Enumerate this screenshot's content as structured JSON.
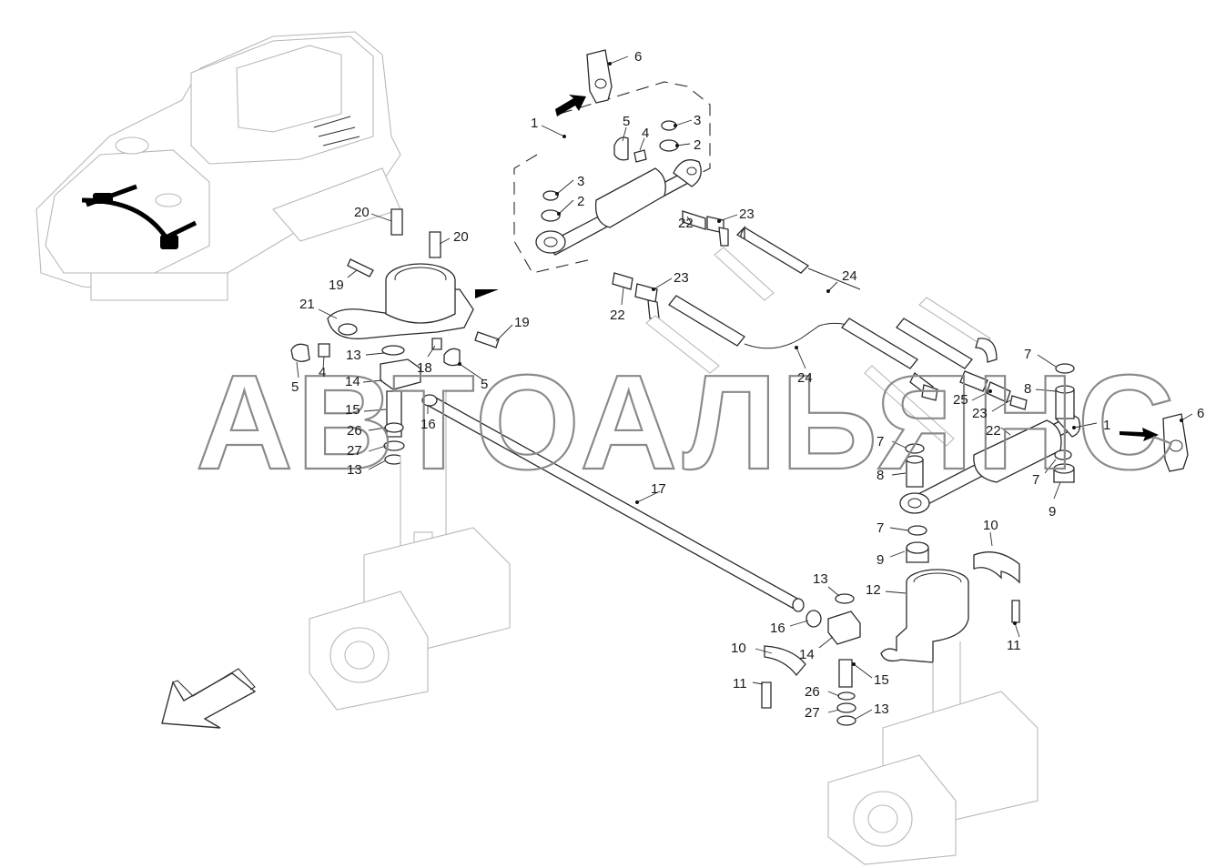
{
  "watermark": "АВТОАЛЬЯНС",
  "callouts": [
    {
      "id": "c6a",
      "text": "6"
    },
    {
      "id": "c1a",
      "text": "1"
    },
    {
      "id": "c5a",
      "text": "5"
    },
    {
      "id": "c4a",
      "text": "4"
    },
    {
      "id": "c3a",
      "text": "3"
    },
    {
      "id": "c2a",
      "text": "2"
    },
    {
      "id": "c3b",
      "text": "3"
    },
    {
      "id": "c2b",
      "text": "2"
    },
    {
      "id": "c23a",
      "text": "23"
    },
    {
      "id": "c22a",
      "text": "22"
    },
    {
      "id": "c20a",
      "text": "20"
    },
    {
      "id": "c20b",
      "text": "20"
    },
    {
      "id": "c24a",
      "text": "24"
    },
    {
      "id": "c19a",
      "text": "19"
    },
    {
      "id": "c23b",
      "text": "23"
    },
    {
      "id": "c22b",
      "text": "22"
    },
    {
      "id": "c21",
      "text": "21"
    },
    {
      "id": "c19b",
      "text": "19"
    },
    {
      "id": "c13a",
      "text": "13"
    },
    {
      "id": "c18",
      "text": "18"
    },
    {
      "id": "c5b",
      "text": "5"
    },
    {
      "id": "c4b",
      "text": "4"
    },
    {
      "id": "c5c",
      "text": "5"
    },
    {
      "id": "c14a",
      "text": "14"
    },
    {
      "id": "c24b",
      "text": "24"
    },
    {
      "id": "c7a",
      "text": "7"
    },
    {
      "id": "c8a",
      "text": "8"
    },
    {
      "id": "c15a",
      "text": "15"
    },
    {
      "id": "c16a",
      "text": "16"
    },
    {
      "id": "c25",
      "text": "25"
    },
    {
      "id": "c23c",
      "text": "23"
    },
    {
      "id": "c22c",
      "text": "22"
    },
    {
      "id": "c1b",
      "text": "1"
    },
    {
      "id": "c6b",
      "text": "6"
    },
    {
      "id": "c26a",
      "text": "26"
    },
    {
      "id": "c27a",
      "text": "27"
    },
    {
      "id": "c13b",
      "text": "13"
    },
    {
      "id": "c7b",
      "text": "7"
    },
    {
      "id": "c8b",
      "text": "8"
    },
    {
      "id": "c7c",
      "text": "7"
    },
    {
      "id": "c9a",
      "text": "9"
    },
    {
      "id": "c17",
      "text": "17"
    },
    {
      "id": "c7d",
      "text": "7"
    },
    {
      "id": "c10a",
      "text": "10"
    },
    {
      "id": "c9b",
      "text": "9"
    },
    {
      "id": "c12",
      "text": "12"
    },
    {
      "id": "c13c",
      "text": "13"
    },
    {
      "id": "c16b",
      "text": "16"
    },
    {
      "id": "c11a",
      "text": "11"
    },
    {
      "id": "c10b",
      "text": "10"
    },
    {
      "id": "c14b",
      "text": "14"
    },
    {
      "id": "c11b",
      "text": "11"
    },
    {
      "id": "c15b",
      "text": "15"
    },
    {
      "id": "c26b",
      "text": "26"
    },
    {
      "id": "c27b",
      "text": "27"
    },
    {
      "id": "c13d",
      "text": "13"
    }
  ]
}
